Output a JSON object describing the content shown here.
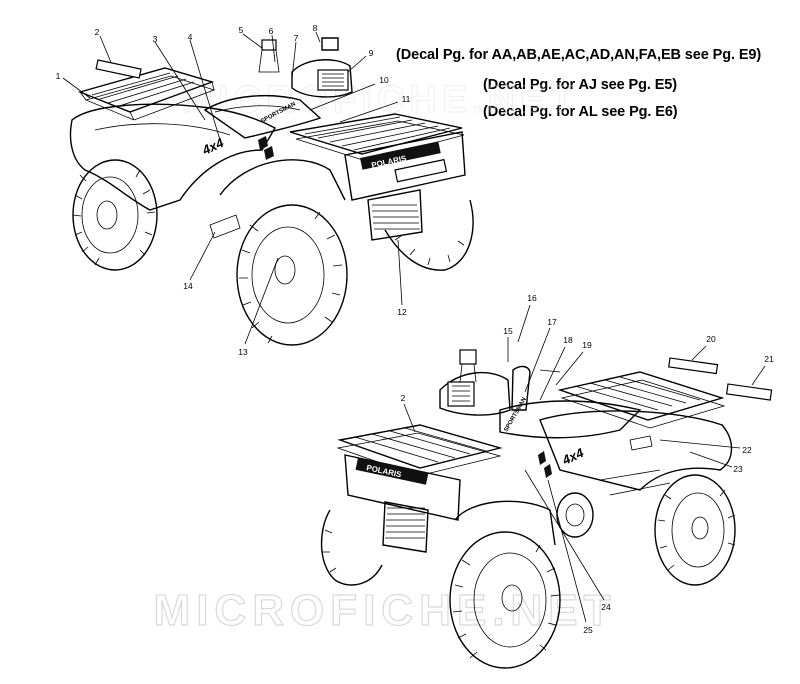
{
  "notes": [
    "(Decal Pg. for AA,AB,AE,AC,AD,AN,FA,EB see Pg. E9)",
    "(Decal Pg. for AJ see Pg. E5)",
    "(Decal Pg. for AL see Pg. E6)"
  ],
  "callouts": {
    "c1": "1",
    "c2": "2",
    "c3": "3",
    "c4": "4",
    "c5": "5",
    "c6": "6",
    "c7": "7",
    "c8": "8",
    "c9": "9",
    "c10": "10",
    "c11": "11",
    "c12": "12",
    "c13": "13",
    "c14": "14",
    "c15": "15",
    "c16": "16",
    "c17": "17",
    "c18": "18",
    "c19": "19",
    "c20": "20",
    "c21": "21",
    "c2b": "2",
    "c22": "22",
    "c23": "23",
    "c24": "24",
    "c25": "25"
  },
  "decal_text": {
    "brand": "POLARIS",
    "model": "SPORTSMAN",
    "badge": "4x4"
  },
  "watermark": "MICROFICHE.NET"
}
